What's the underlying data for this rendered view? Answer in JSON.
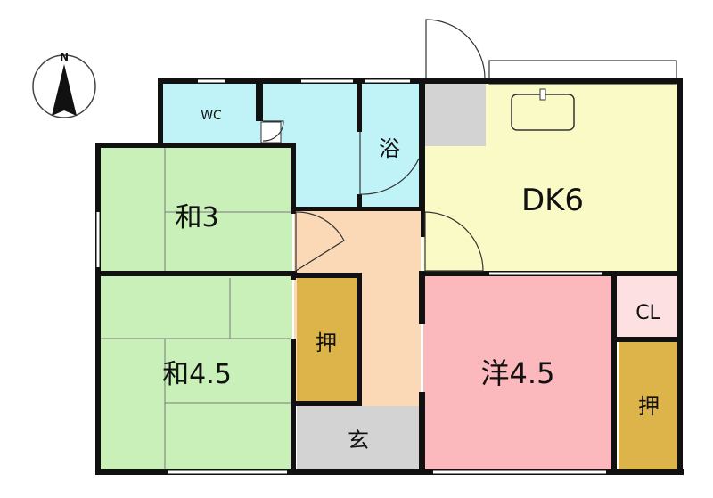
{
  "compass": {
    "label": "N"
  },
  "rooms": {
    "wc": "WC",
    "bath": "浴",
    "dk": "DK6",
    "washitsu3": "和3",
    "washitsu45": "和4.5",
    "oshiire_left": "押",
    "genkan": "玄",
    "youshitsu": "洋4.5",
    "cl": "CL",
    "oshiire_right": "押"
  },
  "colors": {
    "wall": "#111111",
    "washitsu": "#c8f0b8",
    "wet_area": "#bff3f7",
    "dk": "#fafac6",
    "hall": "#fbd9b7",
    "youshitsu": "#fbb8bd",
    "cl": "#fde0e2",
    "oshiire": "#dcb44a",
    "genkan": "#d3d3d3"
  }
}
